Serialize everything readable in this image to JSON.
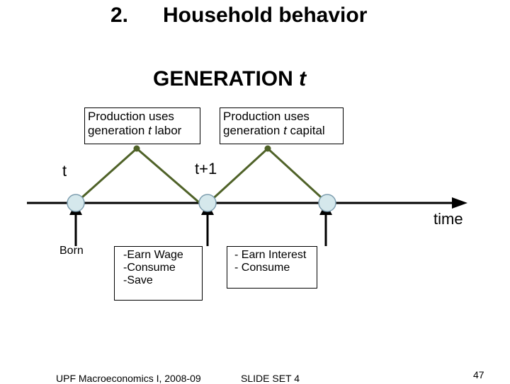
{
  "title": {
    "number": "2.",
    "text": "Household behavior"
  },
  "generation": {
    "prefix": "GENERATION ",
    "var": "t"
  },
  "production": {
    "labor": {
      "line1": "Production uses",
      "line2_prefix": "generation ",
      "line2_var": "t",
      "line2_suffix": " labor"
    },
    "capital": {
      "line1": "Production uses",
      "line2_prefix": "generation ",
      "line2_var": "t",
      "line2_suffix": " capital"
    }
  },
  "timeline": {
    "t_label": "t",
    "t1_label": "t+1",
    "axis_label": "time"
  },
  "events": {
    "born": "Born",
    "period1": [
      "-Earn Wage",
      "-Consume",
      "-Save"
    ],
    "period2": [
      "- Earn Interest",
      "- Consume"
    ]
  },
  "footer": {
    "course": "UPF Macroeconomics I, 2008-09",
    "slide_set": "SLIDE SET 4",
    "page": "47"
  },
  "colors": {
    "path": "#4f6228",
    "node_fill": "#d5e8ec",
    "node_stroke": "#7f9fb0",
    "dot": "#4f6228"
  }
}
